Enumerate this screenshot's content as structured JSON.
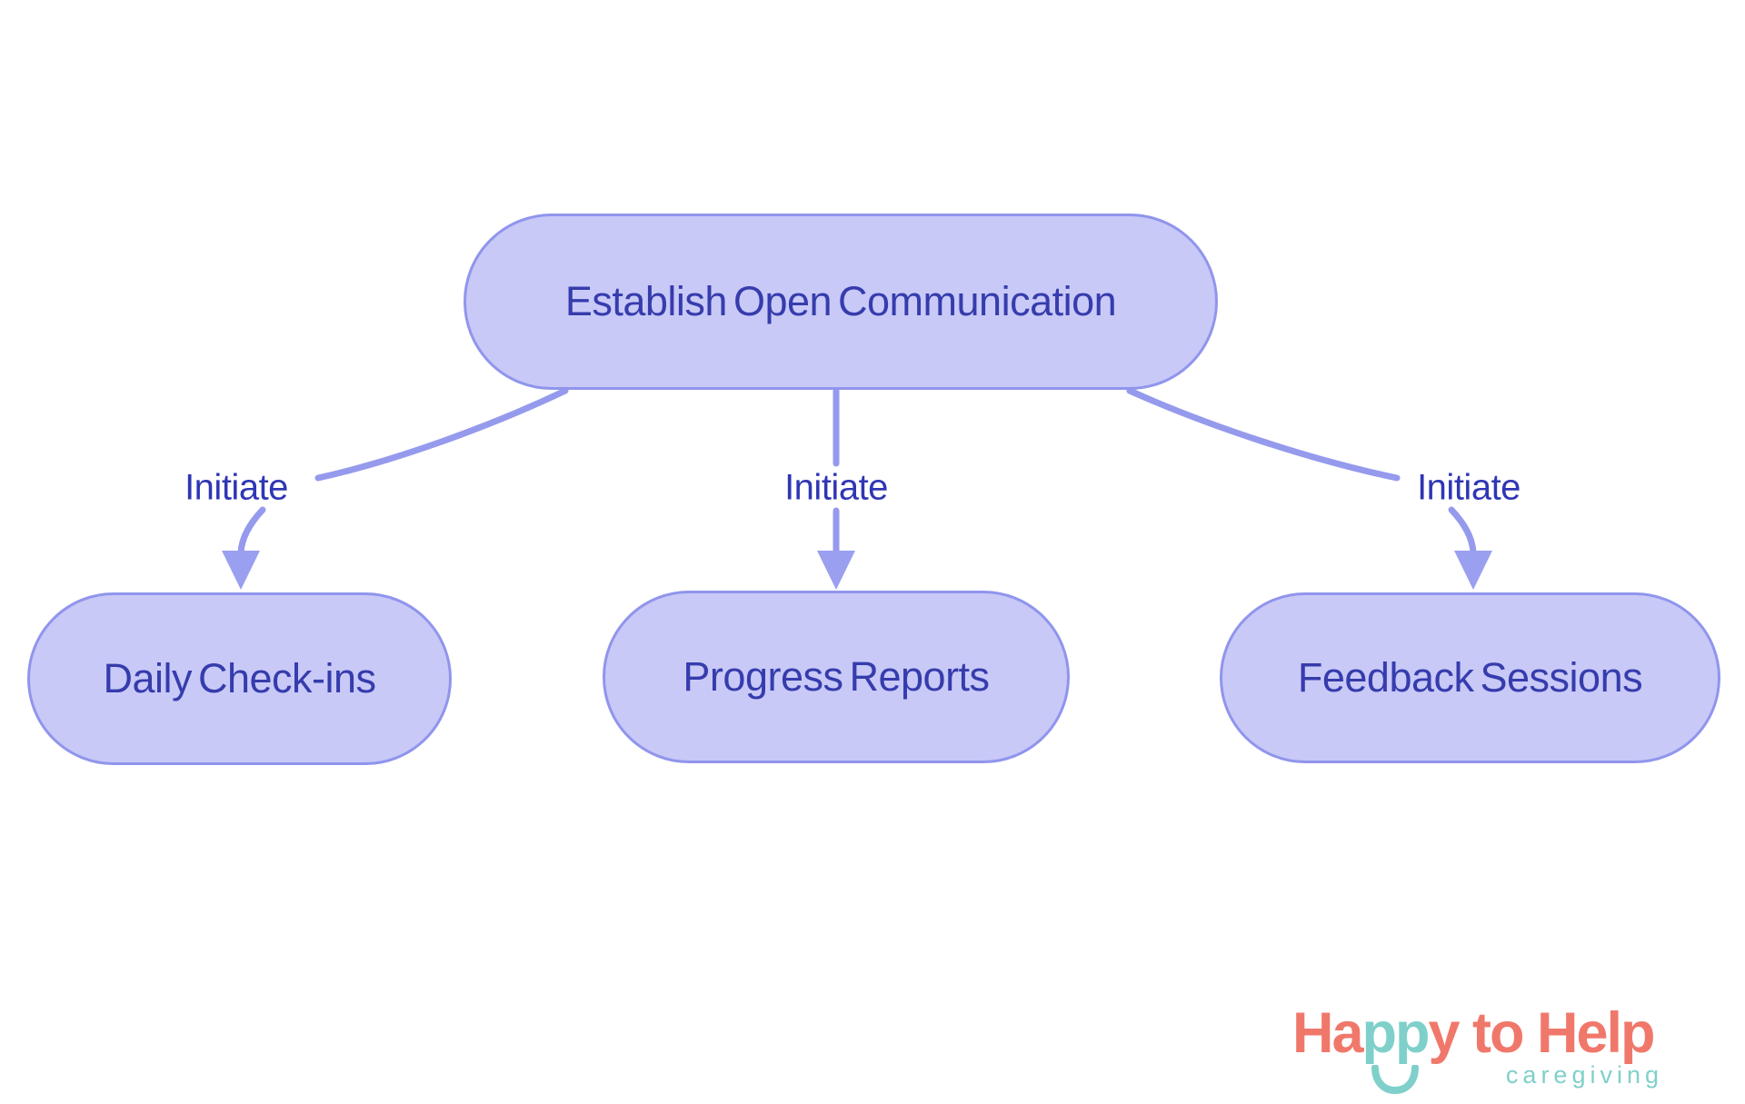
{
  "diagram": {
    "nodes": [
      {
        "label": "Establish Open Communication"
      },
      {
        "label": "Daily Check-ins"
      },
      {
        "label": "Progress Reports"
      },
      {
        "label": "Feedback Sessions"
      }
    ],
    "edges": [
      {
        "from": "Establish Open Communication",
        "to": "Daily Check-ins",
        "label": "Initiate"
      },
      {
        "from": "Establish Open Communication",
        "to": "Progress Reports",
        "label": "Initiate"
      },
      {
        "from": "Establish Open Communication",
        "to": "Feedback Sessions",
        "label": "Initiate"
      }
    ],
    "colors": {
      "node_fill": "#C8C9F7",
      "node_border": "#9095EC",
      "edge_line": "#959AED",
      "arrowhead": "#9AA0EF",
      "node_text": "#363CAC",
      "edge_label_text": "#2F36B4"
    }
  },
  "logo": {
    "parts": [
      {
        "text": "Ha",
        "color": "#F0786B"
      },
      {
        "text": "pp",
        "color": "#7FD0CA"
      },
      {
        "text": "y to Help",
        "color": "#F0786B"
      }
    ],
    "tagline": "caregiving",
    "icons": {
      "smile": "u-shaped-arc"
    },
    "colors": {
      "coral": "#F0786B",
      "teal": "#7FD0CA"
    }
  }
}
